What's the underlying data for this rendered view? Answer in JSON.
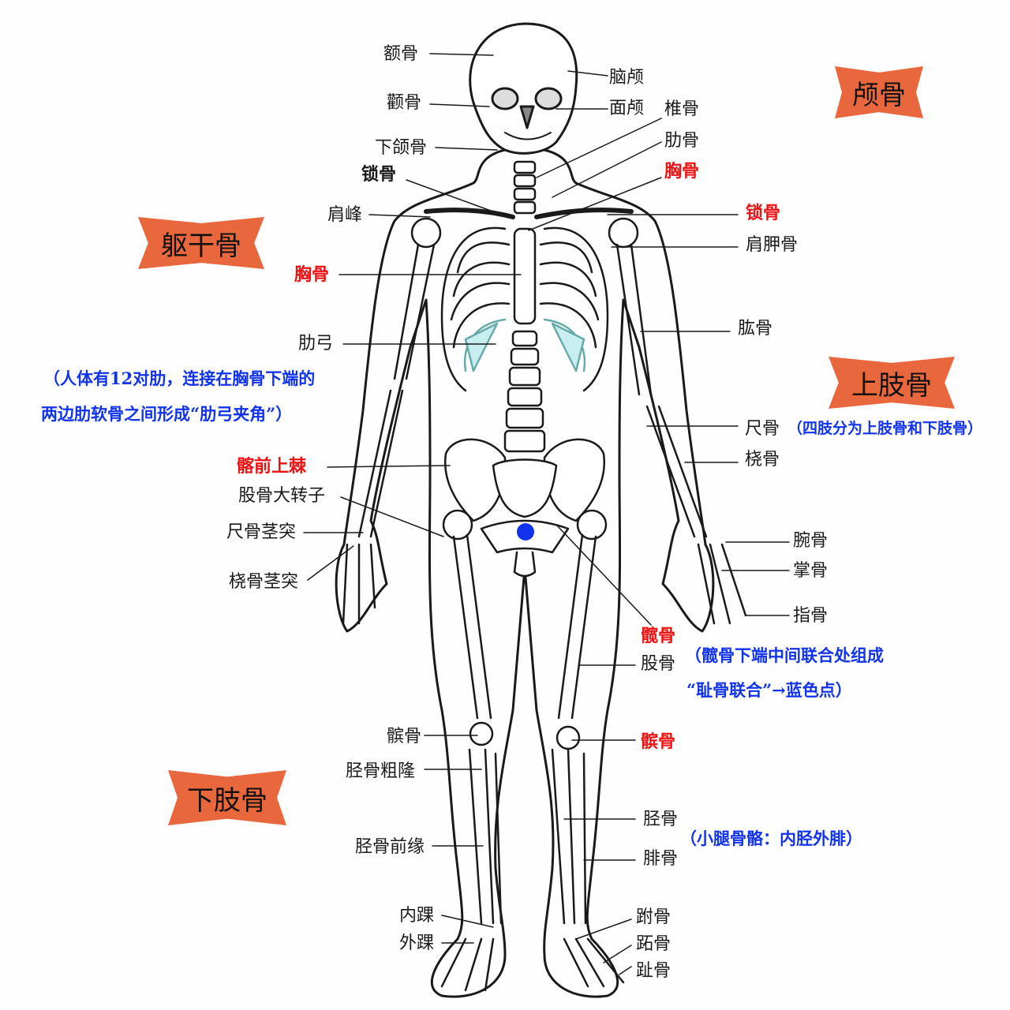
{
  "banners": {
    "skull": "颅骨",
    "trunk": "躯干骨",
    "upper_limb": "上肢骨",
    "lower_limb": "下肢骨"
  },
  "labels_left": {
    "frontal": "额骨",
    "temporal": "颧骨",
    "mandible": "下颌骨",
    "clavicle": "锁骨",
    "acromion": "肩峰",
    "sternum": "胸骨",
    "costal_arch": "肋弓",
    "asis": "髂前上棘",
    "greater_trochanter": "股骨大转子",
    "ulnar_styloid": "尺骨茎突",
    "radial_styloid": "桡骨茎突",
    "patella": "髌骨",
    "tibial_tuberosity": "胫骨粗隆",
    "tibial_anterior_border": "胫骨前缘",
    "medial_malleolus": "内踝",
    "lateral_malleolus": "外踝"
  },
  "labels_right": {
    "cranium": "脑颅",
    "facial_cranium": "面颅",
    "vertebra": "椎骨",
    "rib": "肋骨",
    "sternum": "胸骨",
    "clavicle": "锁骨",
    "scapula": "肩胛骨",
    "humerus": "肱骨",
    "ulna": "尺骨",
    "radius": "桡骨",
    "carpal": "腕骨",
    "metacarpal": "掌骨",
    "phalanges": "指骨",
    "hip_bone": "髋骨",
    "femur": "股骨",
    "patella": "髌骨",
    "tibia": "胫骨",
    "fibula": "腓骨",
    "tarsal": "跗骨",
    "metatarsal": "跖骨",
    "toe": "趾骨"
  },
  "notes": {
    "ribs_line1": "（人体有12对肋，连接在胸骨下端的",
    "ribs_line2": "两边肋软骨之间形成“肋弓夹角”）",
    "limbs": "（四肢分为上肢骨和下肢骨）",
    "pubic_line1": "（髋骨下端中间联合处组成",
    "pubic_line2": "“耻骨联合”→蓝色点）",
    "leg": "（小腿骨骼：内胫外腓）"
  },
  "colors": {
    "banner": "#e8673c",
    "highlight_red": "#ee1111",
    "note_blue": "#1133ee",
    "cartilage": "#c9eef0"
  }
}
